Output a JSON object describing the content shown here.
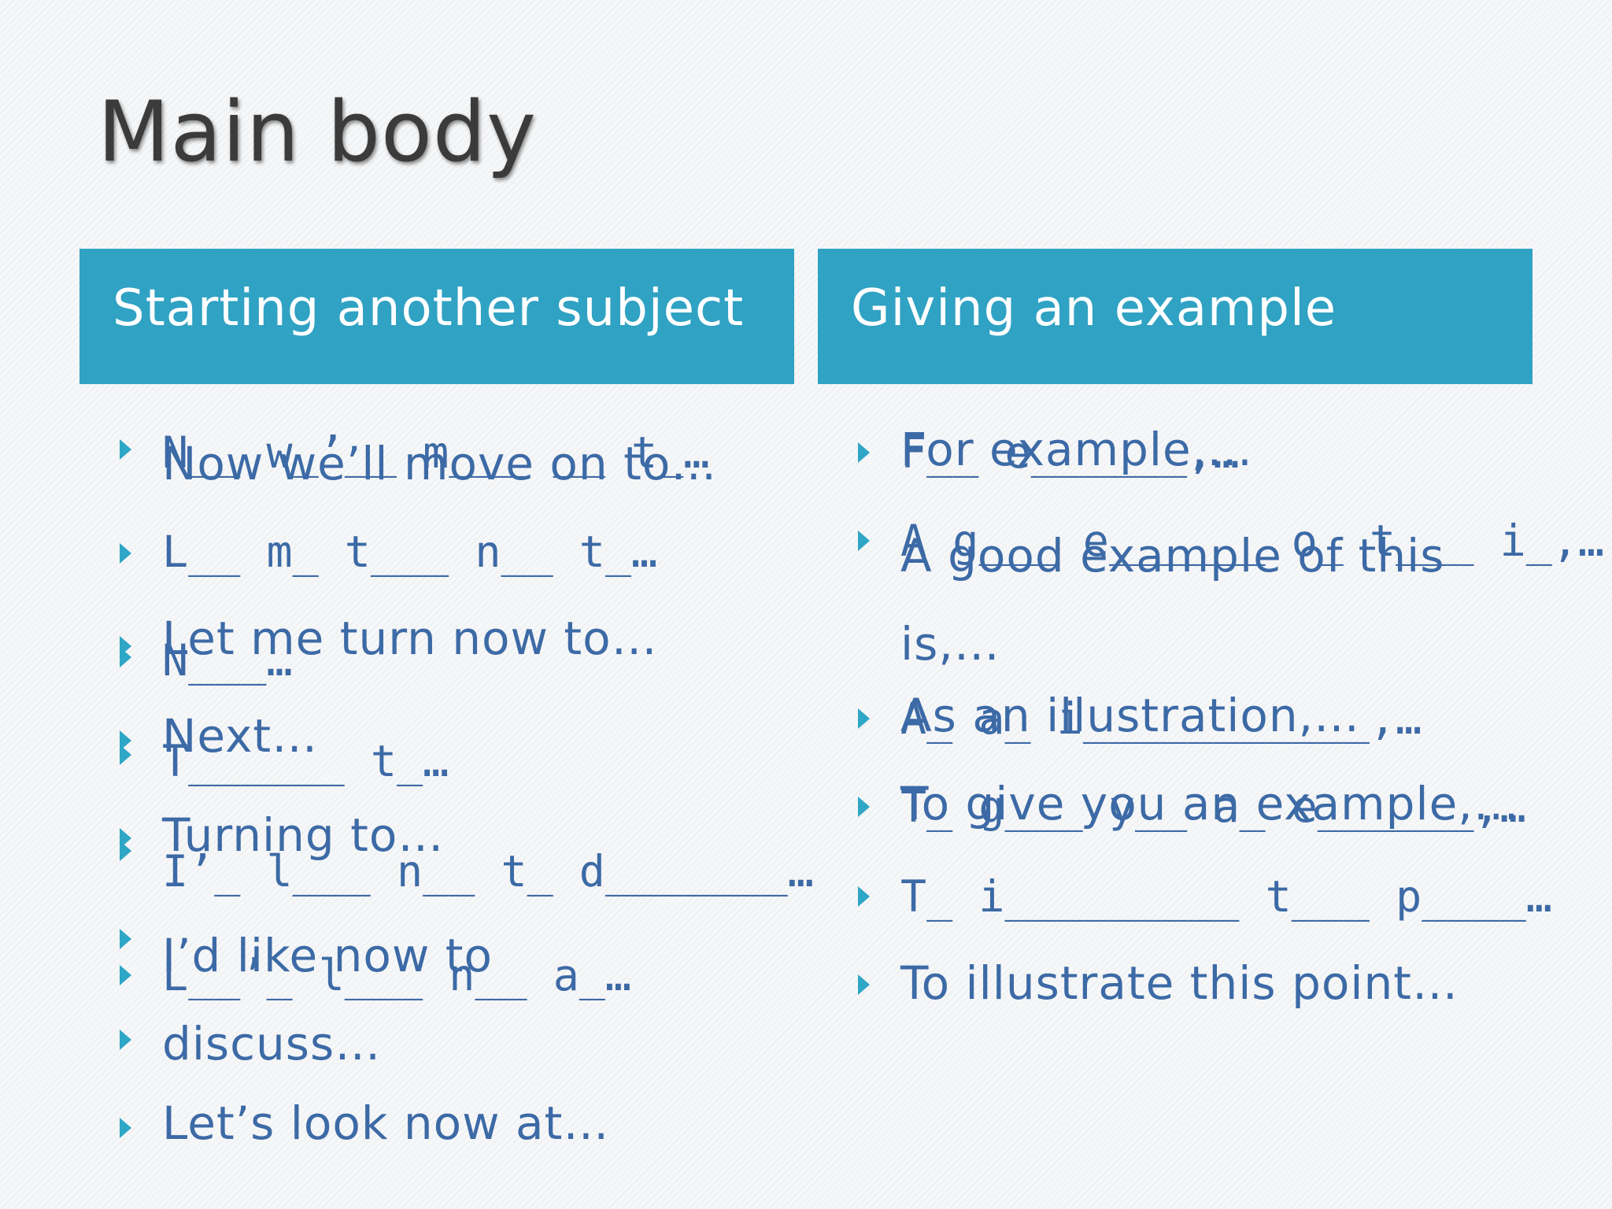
{
  "title": "Main body",
  "columns": [
    {
      "header": "Starting another subject",
      "phrases": [
        "Now we’ll move on to…",
        "Let me turn now to…",
        "Next…",
        "Turning to…",
        "I’d like now to discuss…",
        "Let’s look now at…"
      ],
      "gap_fill_hints": [
        "N__ w_’__ m___ __ t_…",
        "L__ m_ t___ n__ t_…",
        "N___…",
        "T______ t_…",
        "I’_ l___ n__ t_ d_______…",
        "L__’_ l___ n__ a_…"
      ]
    },
    {
      "header": "Giving an example",
      "phrases": [
        "For example,…",
        "A good example of this is,…",
        "As an illustration,…",
        "To give you an example,…",
        "To illustrate this point…"
      ],
      "gap_fill_hints": [
        "F__ e______,…",
        "A g___ e______ o_ t___ i_,…",
        "A_ a_ i___________,…",
        "T_ g___ y__ a_ e______,…",
        "T_ i_________ t___ p____…"
      ]
    }
  ],
  "colors": {
    "header_background": "#30a2c3",
    "header_text": "#ffffff",
    "body_text": "#3c6aa6",
    "bullet": "#2ea6c6",
    "title_text": "#3b3b3b"
  },
  "icons": {
    "bullet": "triangle-right-icon"
  }
}
